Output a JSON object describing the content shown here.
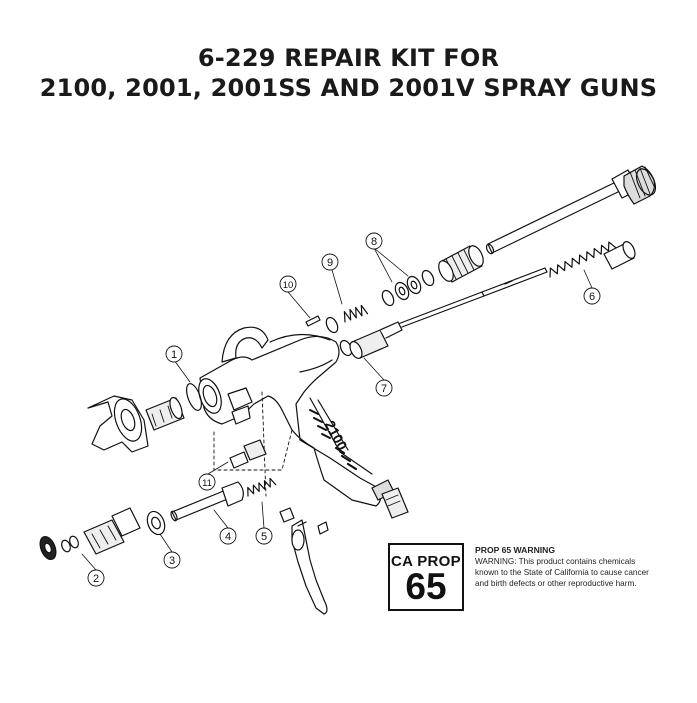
{
  "title": {
    "line1": "6-229 REPAIR KIT FOR",
    "line2": "2100, 2001, 2001SS AND 2001V SPRAY GUNS"
  },
  "gun_label": "2100",
  "callouts": [
    "1",
    "2",
    "3",
    "4",
    "5",
    "6",
    "7",
    "8",
    "9",
    "10",
    "11"
  ],
  "prop65": {
    "box_top": "CA PROP",
    "box_number": "65",
    "warning_title": "PROP 65 WARNING",
    "warning_text": "WARNING: This product contains chemicals known to the State of California to cause cancer and birth defects or other reproductive harm."
  }
}
